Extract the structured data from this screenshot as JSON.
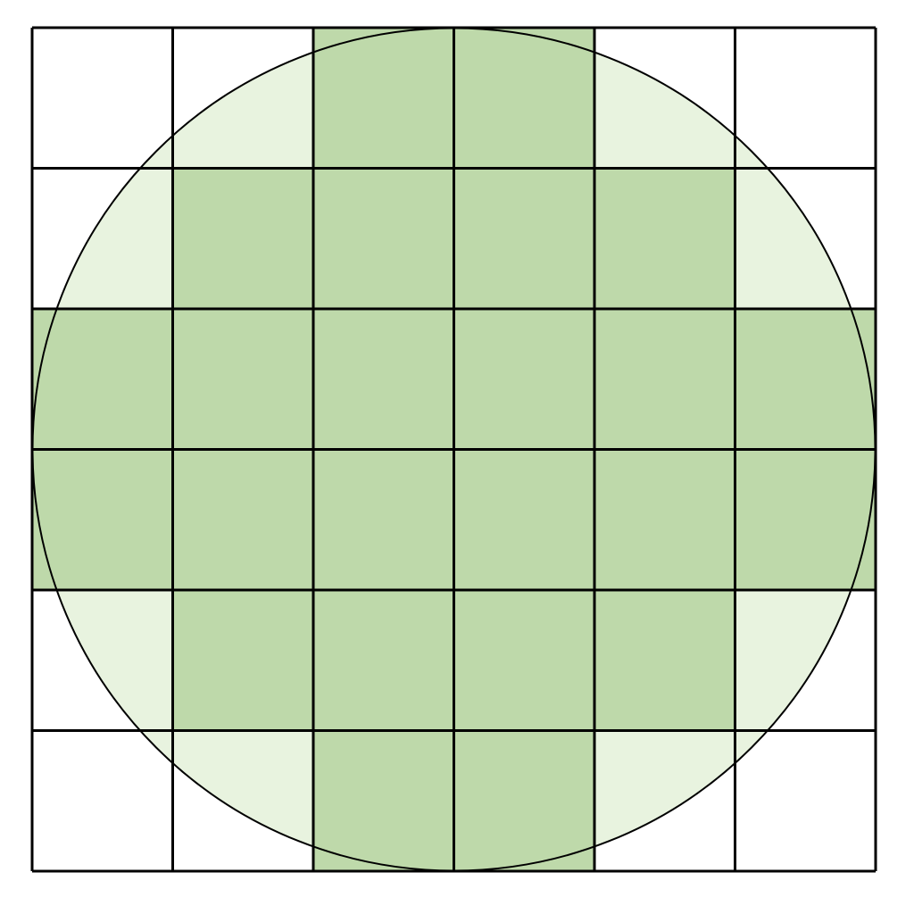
{
  "grid": {
    "rows": 6,
    "cols": 6,
    "shaded": [
      [
        0,
        0,
        1,
        1,
        0,
        0
      ],
      [
        0,
        1,
        1,
        1,
        1,
        0
      ],
      [
        1,
        1,
        1,
        1,
        1,
        1
      ],
      [
        1,
        1,
        1,
        1,
        1,
        1
      ],
      [
        0,
        1,
        1,
        1,
        1,
        0
      ],
      [
        0,
        0,
        1,
        1,
        0,
        0
      ]
    ]
  },
  "colors": {
    "background": "#ffffff",
    "circle_fill": "#e8f3df",
    "cell_fill": "#bed9aa",
    "stroke": "#000000"
  }
}
